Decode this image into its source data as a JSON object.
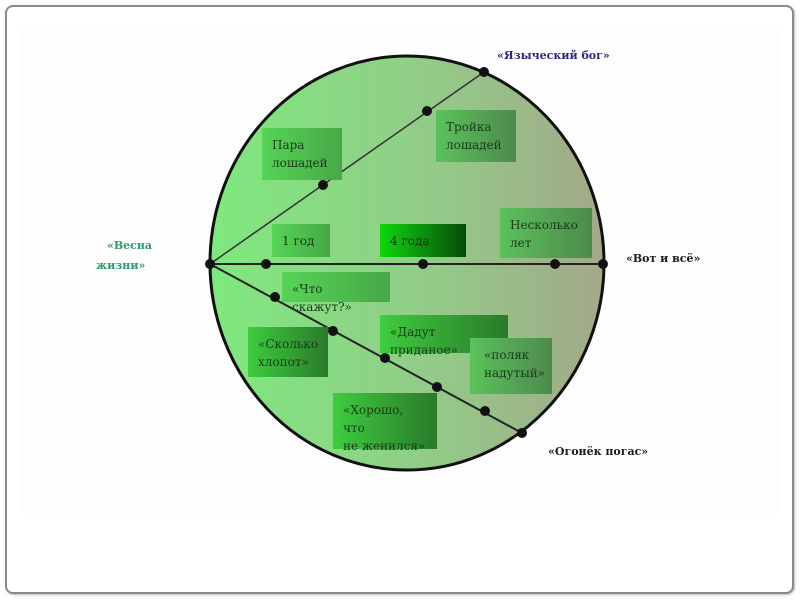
{
  "diagram": {
    "colors": {
      "circle_fill_left": "#7be67b",
      "circle_fill_right": "#9cab86",
      "line": "#1a1a1a",
      "label_blue": "#2a2a7a",
      "label_green": "#2f9a6a",
      "label_dark": "#1a1a1a"
    },
    "external_labels": {
      "top": "«Языческий бог»",
      "left_line1": "«Весна",
      "left_line2": "жизни»",
      "right": "«Вот и всё»",
      "bottom": "«Огонёк погас»"
    },
    "boxes": {
      "para": "Пара\nлошадей",
      "troika": "Тройка\nлошадей",
      "one_year": "1 год",
      "four_years": "4 года",
      "several_years": "Несколько\n              лет",
      "what_say": "«Что скажут?»",
      "how_much": "«Сколько\nхлопот»",
      "dowry": "«Дадут приданое»",
      "polyak": "«поляк\nнадутый»",
      "good": "«Хорошо, что\nне женился»"
    }
  }
}
